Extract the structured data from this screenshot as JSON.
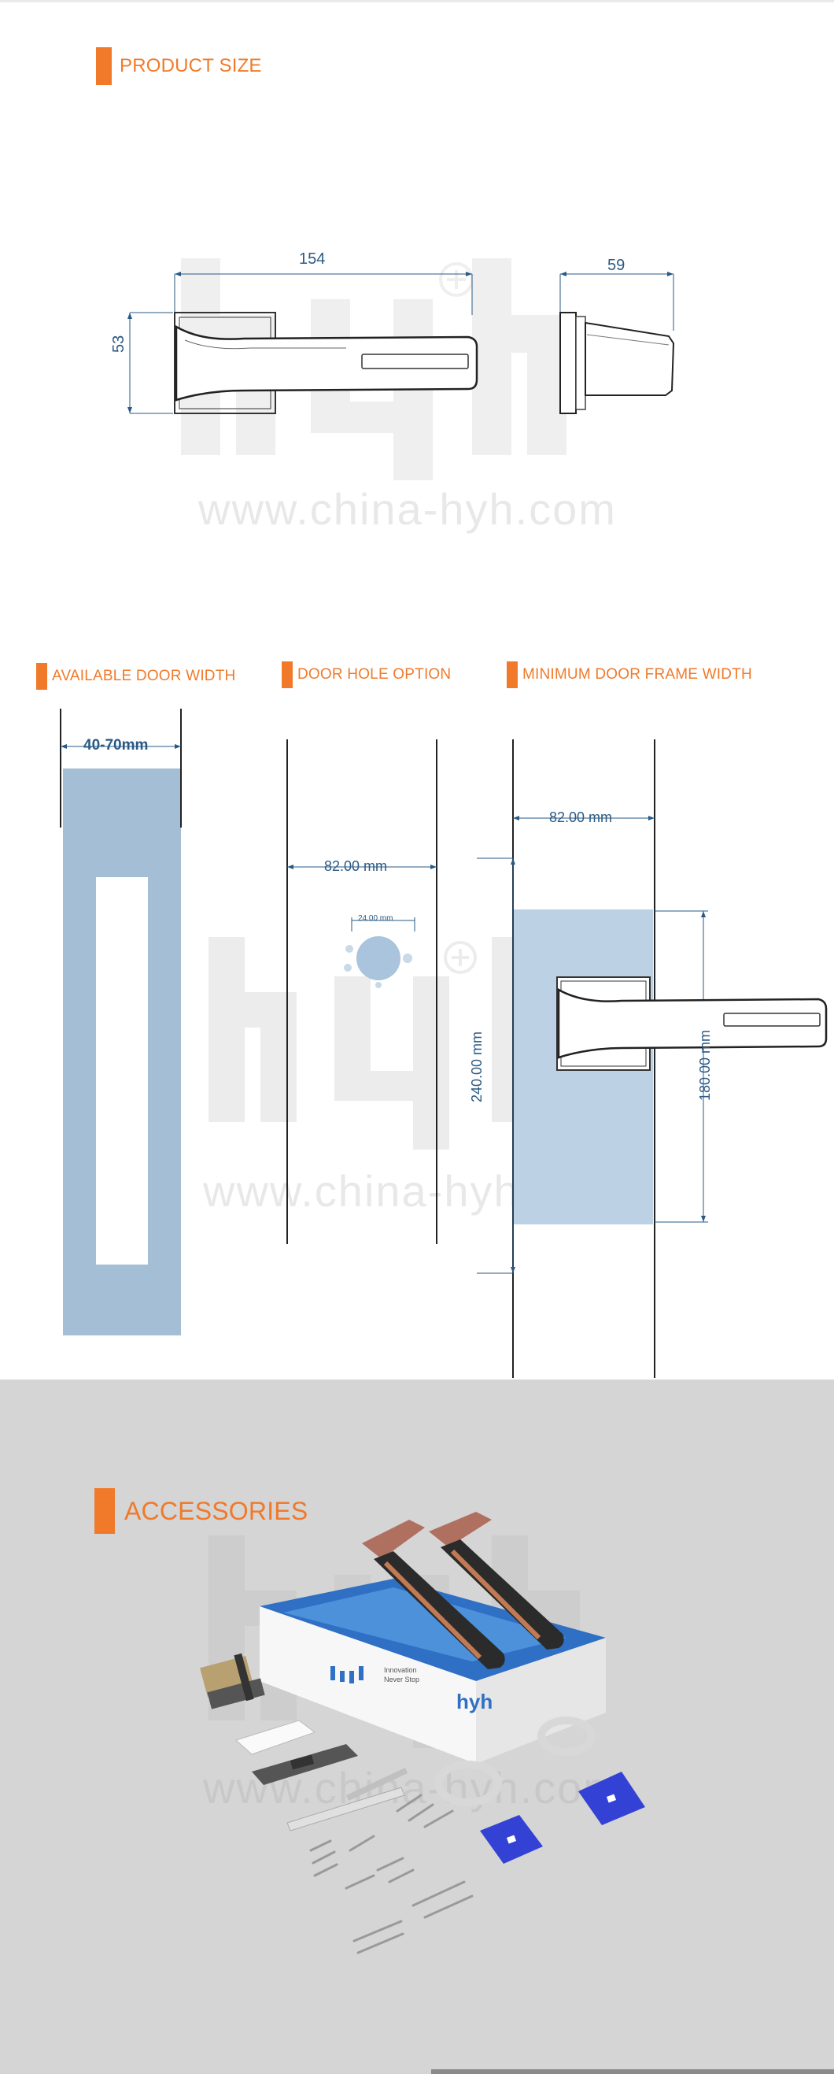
{
  "product_size": {
    "heading": "PRODUCT SIZE",
    "dim_length": "154",
    "dim_depth": "59",
    "dim_height": "53",
    "watermark_url": "www.china-hyh.com",
    "watermark_logo": "hyh"
  },
  "door_specs": {
    "door_width": {
      "heading": "AVAILABLE DOOR WIDTH",
      "range_label": "40-70mm"
    },
    "door_hole": {
      "heading": "DOOR HOLE OPTION",
      "spacing_label": "82.00 mm",
      "hole_label": "24.00 mm"
    },
    "door_frame": {
      "heading": "MINIMUM DOOR FRAME WIDTH",
      "spacing_label": "82.00 mm",
      "height_label": "240.00 mm",
      "inner_label": "180.00 mm"
    },
    "watermark_url": "www.china-hyh.com"
  },
  "accessories": {
    "heading": "ACCESSORIES",
    "box_logo": "hyh",
    "box_tagline_1": "Innovation",
    "box_tagline_2": "Never Stop",
    "watermark_url": "www.china-hyh.com"
  },
  "colors": {
    "accent": "#f07a2a",
    "dimension_blue": "#2a5a84",
    "door_panel": "#9fbbd3",
    "frame_panel": "#bcd1e3"
  }
}
